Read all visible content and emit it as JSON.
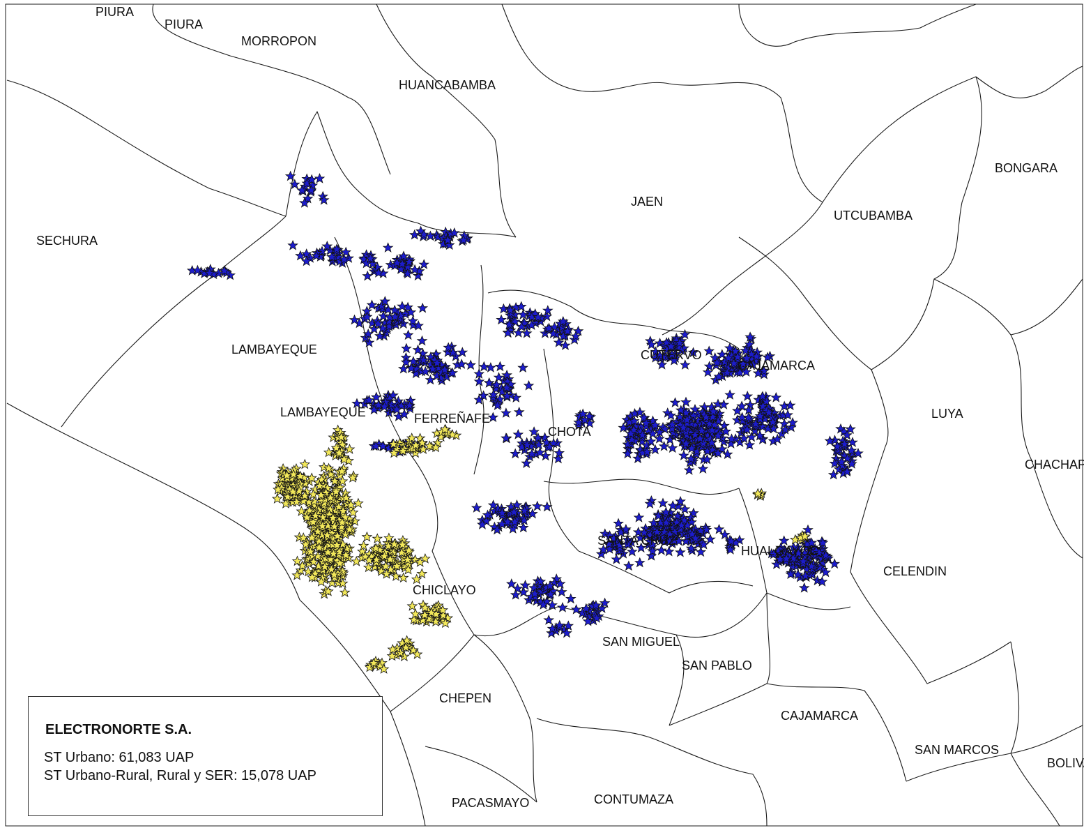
{
  "map": {
    "colors": {
      "urban": "#f2e85a",
      "rural": "#1c1ccc",
      "outline": "#1a1a1a"
    },
    "labels": [
      {
        "text": "PIURA"
      },
      {
        "text": "PIURA"
      },
      {
        "text": "MORROPON"
      },
      {
        "text": "HUANCABAMBA"
      },
      {
        "text": "JAEN"
      },
      {
        "text": "UTCUBAMBA"
      },
      {
        "text": "BONGARA"
      },
      {
        "text": "SECHURA"
      },
      {
        "text": "LAMBAYEQUE"
      },
      {
        "text": "LAMBAYEQUE"
      },
      {
        "text": "FERREÑAFE"
      },
      {
        "text": "CHOTA"
      },
      {
        "text": "CUTERVO"
      },
      {
        "text": "CAJAMARCA"
      },
      {
        "text": "LUYA"
      },
      {
        "text": "CHACHAPOYAS"
      },
      {
        "text": "SANTA CRUZ"
      },
      {
        "text": "HUALGAYOC"
      },
      {
        "text": "CELENDIN"
      },
      {
        "text": "CHICLAYO"
      },
      {
        "text": "SAN MIGUEL"
      },
      {
        "text": "SAN PABLO"
      },
      {
        "text": "CHEPEN"
      },
      {
        "text": "CAJAMARCA"
      },
      {
        "text": "SAN MARCOS"
      },
      {
        "text": "BOLIVAR"
      },
      {
        "text": "PACASMAYO"
      },
      {
        "text": "CONTUMAZA"
      }
    ]
  },
  "legend": {
    "title": "ELECTRONORTE S.A.",
    "line1": "ST Urbano: 61,083 UAP",
    "line2": "ST Urbano-Rural, Rural y SER: 15,078 UAP"
  }
}
